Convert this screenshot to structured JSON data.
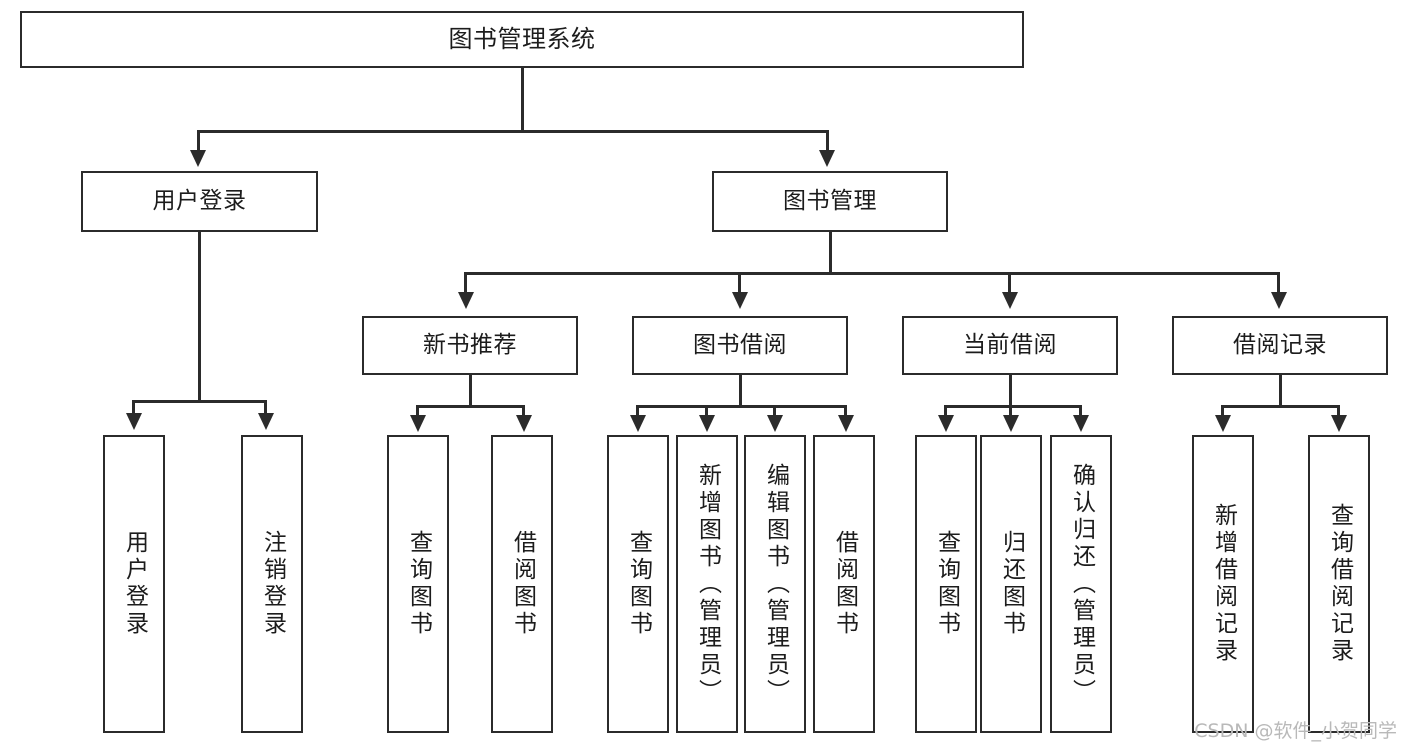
{
  "diagram": {
    "type": "tree-hierarchy",
    "title": "图书管理系统",
    "watermark": "CSDN @软件_小贺同学",
    "colors": {
      "stroke": "#2b2b2b",
      "fill": "#ffffff",
      "text": "#1c1c1c",
      "watermark": "#b9b9b9"
    },
    "levels": [
      {
        "level": 1,
        "nodes": [
          {
            "id": "root",
            "label": "图书管理系统",
            "orientation": "horizontal"
          }
        ]
      },
      {
        "level": 2,
        "nodes": [
          {
            "id": "l2-user-login",
            "label": "用户登录",
            "orientation": "horizontal",
            "parent": "root"
          },
          {
            "id": "l2-book-manage",
            "label": "图书管理",
            "orientation": "horizontal",
            "parent": "root"
          }
        ]
      },
      {
        "level": 3,
        "nodes": [
          {
            "id": "l3-new-book-rec",
            "label": "新书推荐",
            "orientation": "horizontal",
            "parent": "l2-book-manage"
          },
          {
            "id": "l3-book-borrow",
            "label": "图书借阅",
            "orientation": "horizontal",
            "parent": "l2-book-manage"
          },
          {
            "id": "l3-current-borrow",
            "label": "当前借阅",
            "orientation": "horizontal",
            "parent": "l2-book-manage"
          },
          {
            "id": "l3-borrow-record",
            "label": "借阅记录",
            "orientation": "horizontal",
            "parent": "l2-book-manage"
          }
        ]
      },
      {
        "level": 4,
        "nodes": [
          {
            "id": "leaf-1",
            "label": "用户登录",
            "orientation": "vertical",
            "parent": "l2-user-login"
          },
          {
            "id": "leaf-2",
            "label": "注销登录",
            "orientation": "vertical",
            "parent": "l2-user-login"
          },
          {
            "id": "leaf-3",
            "label": "查询图书",
            "orientation": "vertical",
            "parent": "l3-new-book-rec"
          },
          {
            "id": "leaf-4",
            "label": "借阅图书",
            "orientation": "vertical",
            "parent": "l3-new-book-rec"
          },
          {
            "id": "leaf-5",
            "label": "查询图书",
            "orientation": "vertical",
            "parent": "l3-book-borrow"
          },
          {
            "id": "leaf-6",
            "label": "新增图书（管理员）",
            "orientation": "vertical",
            "parent": "l3-book-borrow"
          },
          {
            "id": "leaf-7",
            "label": "编辑图书（管理员）",
            "orientation": "vertical",
            "parent": "l3-book-borrow"
          },
          {
            "id": "leaf-8",
            "label": "借阅图书",
            "orientation": "vertical",
            "parent": "l3-book-borrow"
          },
          {
            "id": "leaf-9",
            "label": "查询图书",
            "orientation": "vertical",
            "parent": "l3-current-borrow"
          },
          {
            "id": "leaf-10",
            "label": "归还图书",
            "orientation": "vertical",
            "parent": "l3-current-borrow"
          },
          {
            "id": "leaf-11",
            "label": "确认归还（管理员）",
            "orientation": "vertical",
            "parent": "l3-current-borrow"
          },
          {
            "id": "leaf-12",
            "label": "新增借阅记录",
            "orientation": "vertical",
            "parent": "l3-borrow-record"
          },
          {
            "id": "leaf-13",
            "label": "查询借阅记录",
            "orientation": "vertical",
            "parent": "l3-borrow-record"
          }
        ]
      }
    ]
  }
}
